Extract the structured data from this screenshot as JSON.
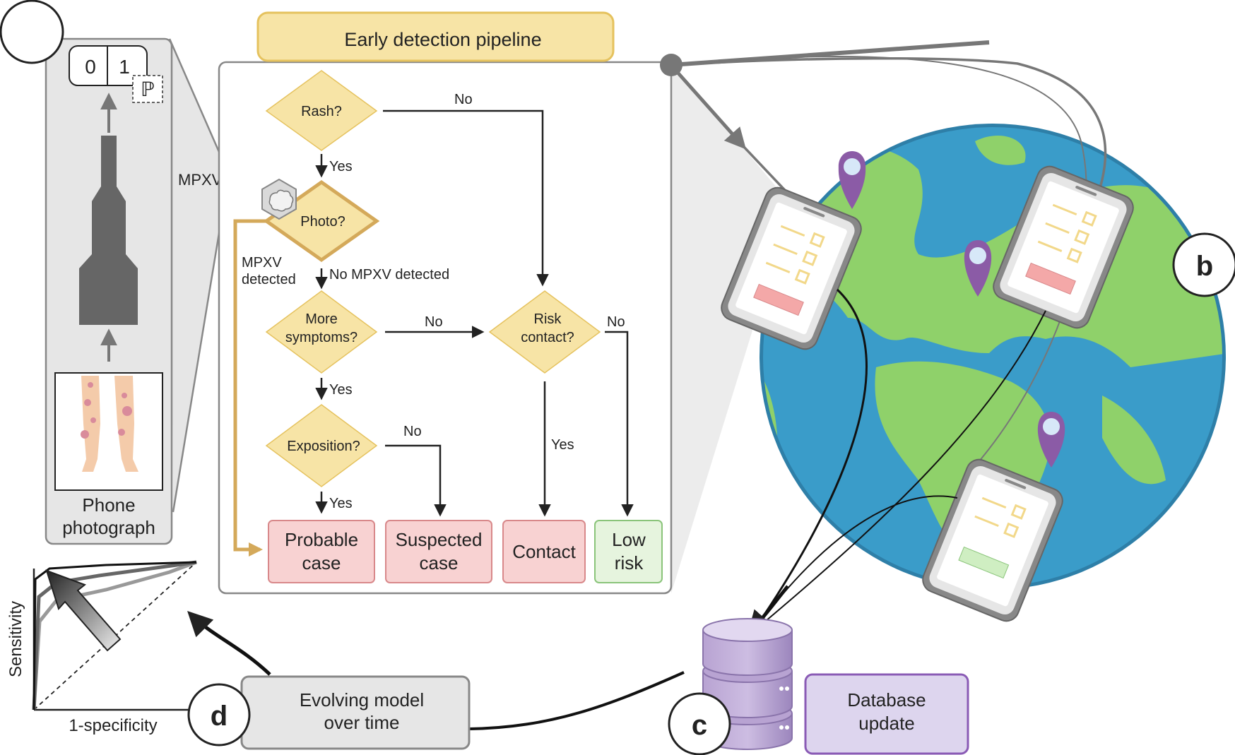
{
  "labels": {
    "panel_a": "",
    "panel_b": "b",
    "panel_c": "c",
    "panel_d": "d"
  },
  "header": "Early detection pipeline",
  "cnn": {
    "label": "MPXV-CNN",
    "output_0": "0",
    "output_1": "1",
    "prob_symbol": "ℙ",
    "photo_line1": "Phone",
    "photo_line2": "photograph"
  },
  "flow": {
    "rash": "Rash?",
    "photo": "Photo?",
    "more_l1": "More",
    "more_l2": "symptoms?",
    "risk_l1": "Risk",
    "risk_l2": "contact?",
    "exposition": "Exposition?",
    "yes": "Yes",
    "no": "No",
    "no_mpxv": "No MPXV detected",
    "mpxv_l1": "MPXV",
    "mpxv_l2": "detected"
  },
  "outcomes": {
    "probable_l1": "Probable",
    "probable_l2": "case",
    "suspected_l1": "Suspected",
    "suspected_l2": "case",
    "contact": "Contact",
    "low_l1": "Low",
    "low_l2": "risk"
  },
  "database": {
    "line1": "Database",
    "line2": "update"
  },
  "model": {
    "line1": "Evolving model",
    "line2": "over time"
  },
  "roc": {
    "ylabel": "Sensitivity",
    "xlabel": "1-specificity"
  },
  "colors": {
    "diamond_fill": "#f7e4a6",
    "header_fill": "#f7e4a6",
    "probable_fill": "#f8d2d2",
    "low_fill": "#e6f4de",
    "database_fill": "#ddd5ee",
    "ocean": "#3a9cc9",
    "land": "#8fd16a",
    "pin": "#8b5ba6",
    "photo_path": "#d4a95a"
  }
}
